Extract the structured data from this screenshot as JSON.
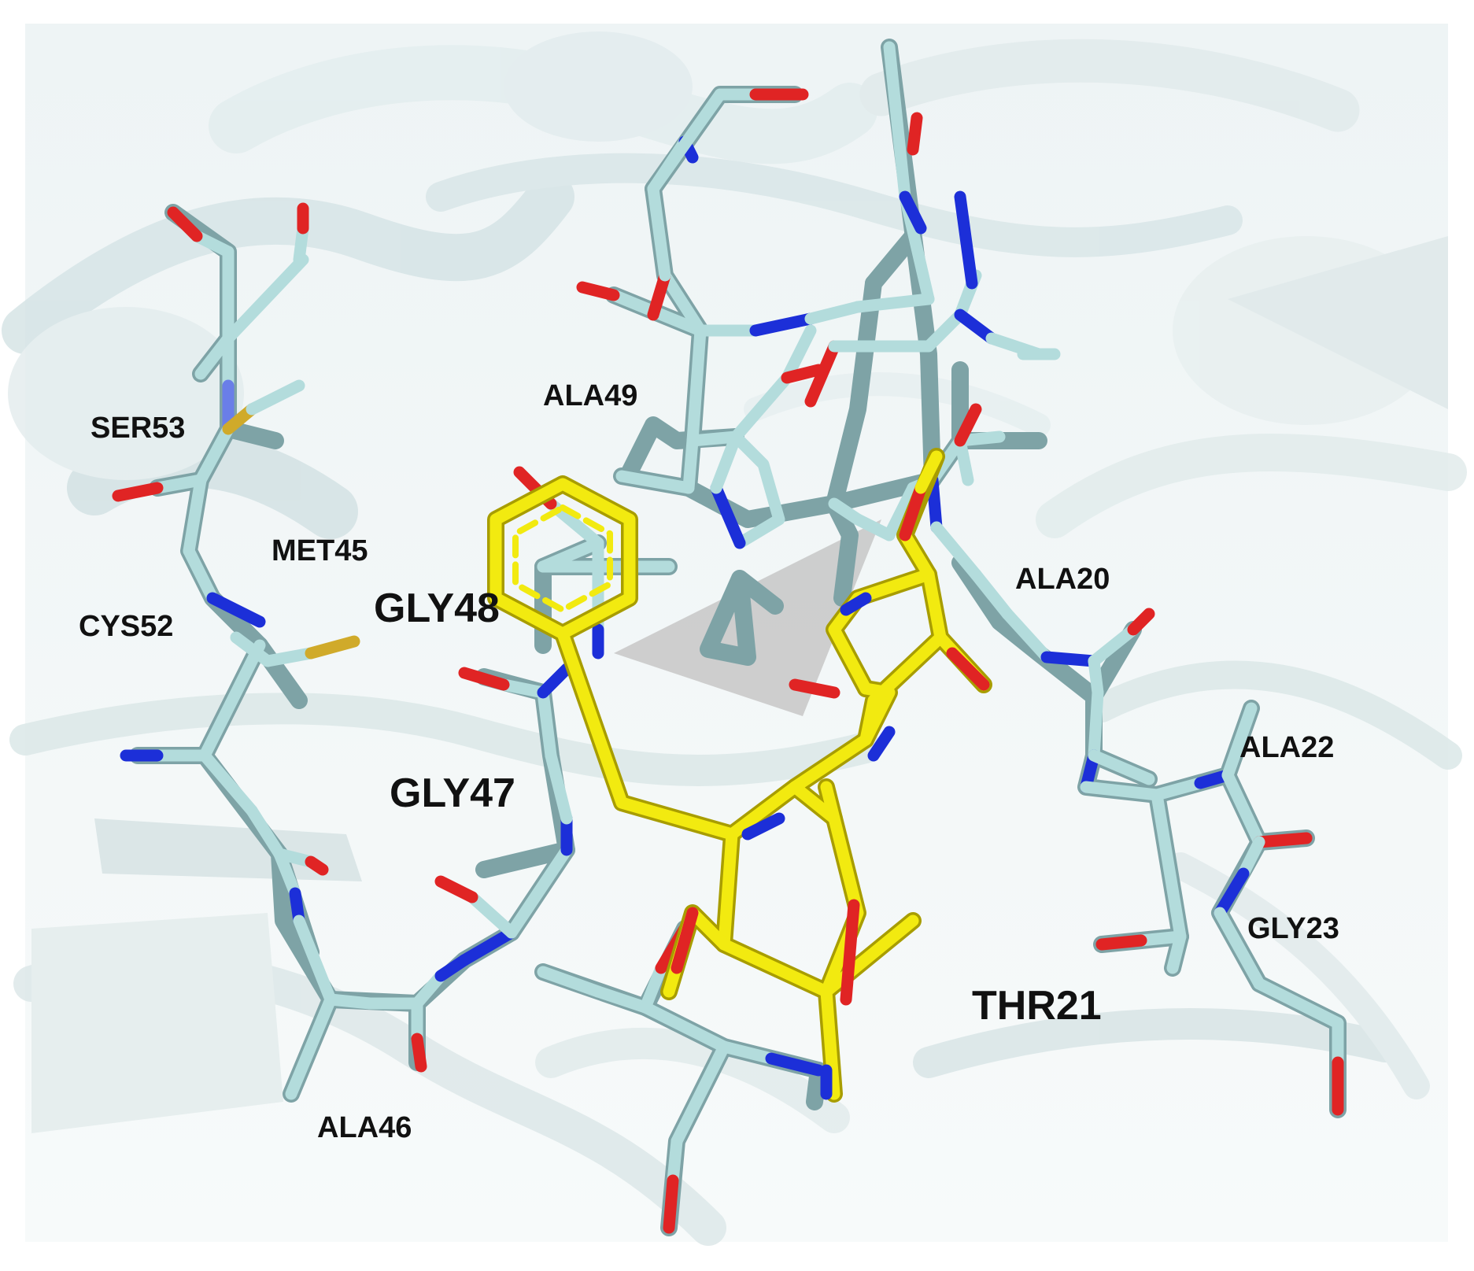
{
  "figure": {
    "colors": {
      "background": "#ffffff",
      "panel": "#fbfdfd",
      "cartoon": "#dde9ea",
      "cartoon_edge": "#c3d4d6",
      "carbon": "#b4dcdc",
      "carbon_edge": "#6f9a9e",
      "nitrogen": "#1c2fd8",
      "oxygen": "#e02424",
      "sulfur": "#d0aa2a",
      "ligand": "#f2ea10",
      "ligand_edge": "#b6aa00",
      "label": "#111111",
      "surface_shadow": "#c8c8c8"
    },
    "labels": {
      "ser53": "SER53",
      "met45": "MET45",
      "cys52": "CYS52",
      "gly48": "GLY48",
      "gly47": "GLY47",
      "ala46": "ALA46",
      "ala49": "ALA49",
      "ala20": "ALA20",
      "ala22": "ALA22",
      "gly23": "GLY23",
      "thr21": "THR21"
    }
  }
}
